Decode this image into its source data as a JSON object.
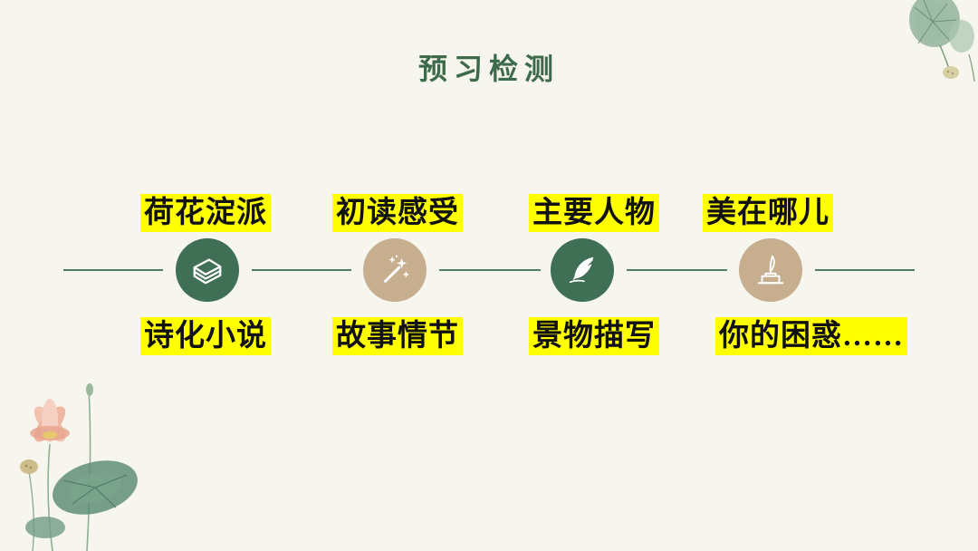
{
  "slide": {
    "title": "预习检测",
    "colors": {
      "background": "#f7f6ee",
      "title": "#3e6a4c",
      "line": "#4f7d62",
      "highlight": "#ffff00"
    }
  },
  "timeline": {
    "nodes": [
      {
        "top_label": "荷花淀派",
        "bottom_label": "诗化小说",
        "icon": "book-icon",
        "color": "#3f6f55"
      },
      {
        "top_label": "初读感受",
        "bottom_label": "故事情节",
        "icon": "magic-wand-icon",
        "color": "#c6ae8f"
      },
      {
        "top_label": "主要人物",
        "bottom_label": "景物描写",
        "icon": "feather-quill-icon",
        "color": "#3f6f55"
      },
      {
        "top_label": "美在哪儿",
        "bottom_label": "你的困惑……",
        "icon": "inkwell-icon",
        "color": "#c6ae8f"
      }
    ]
  },
  "decorations": {
    "top_right": "lotus-leaf-decoration",
    "bottom_left": "lotus-flower-decoration"
  }
}
